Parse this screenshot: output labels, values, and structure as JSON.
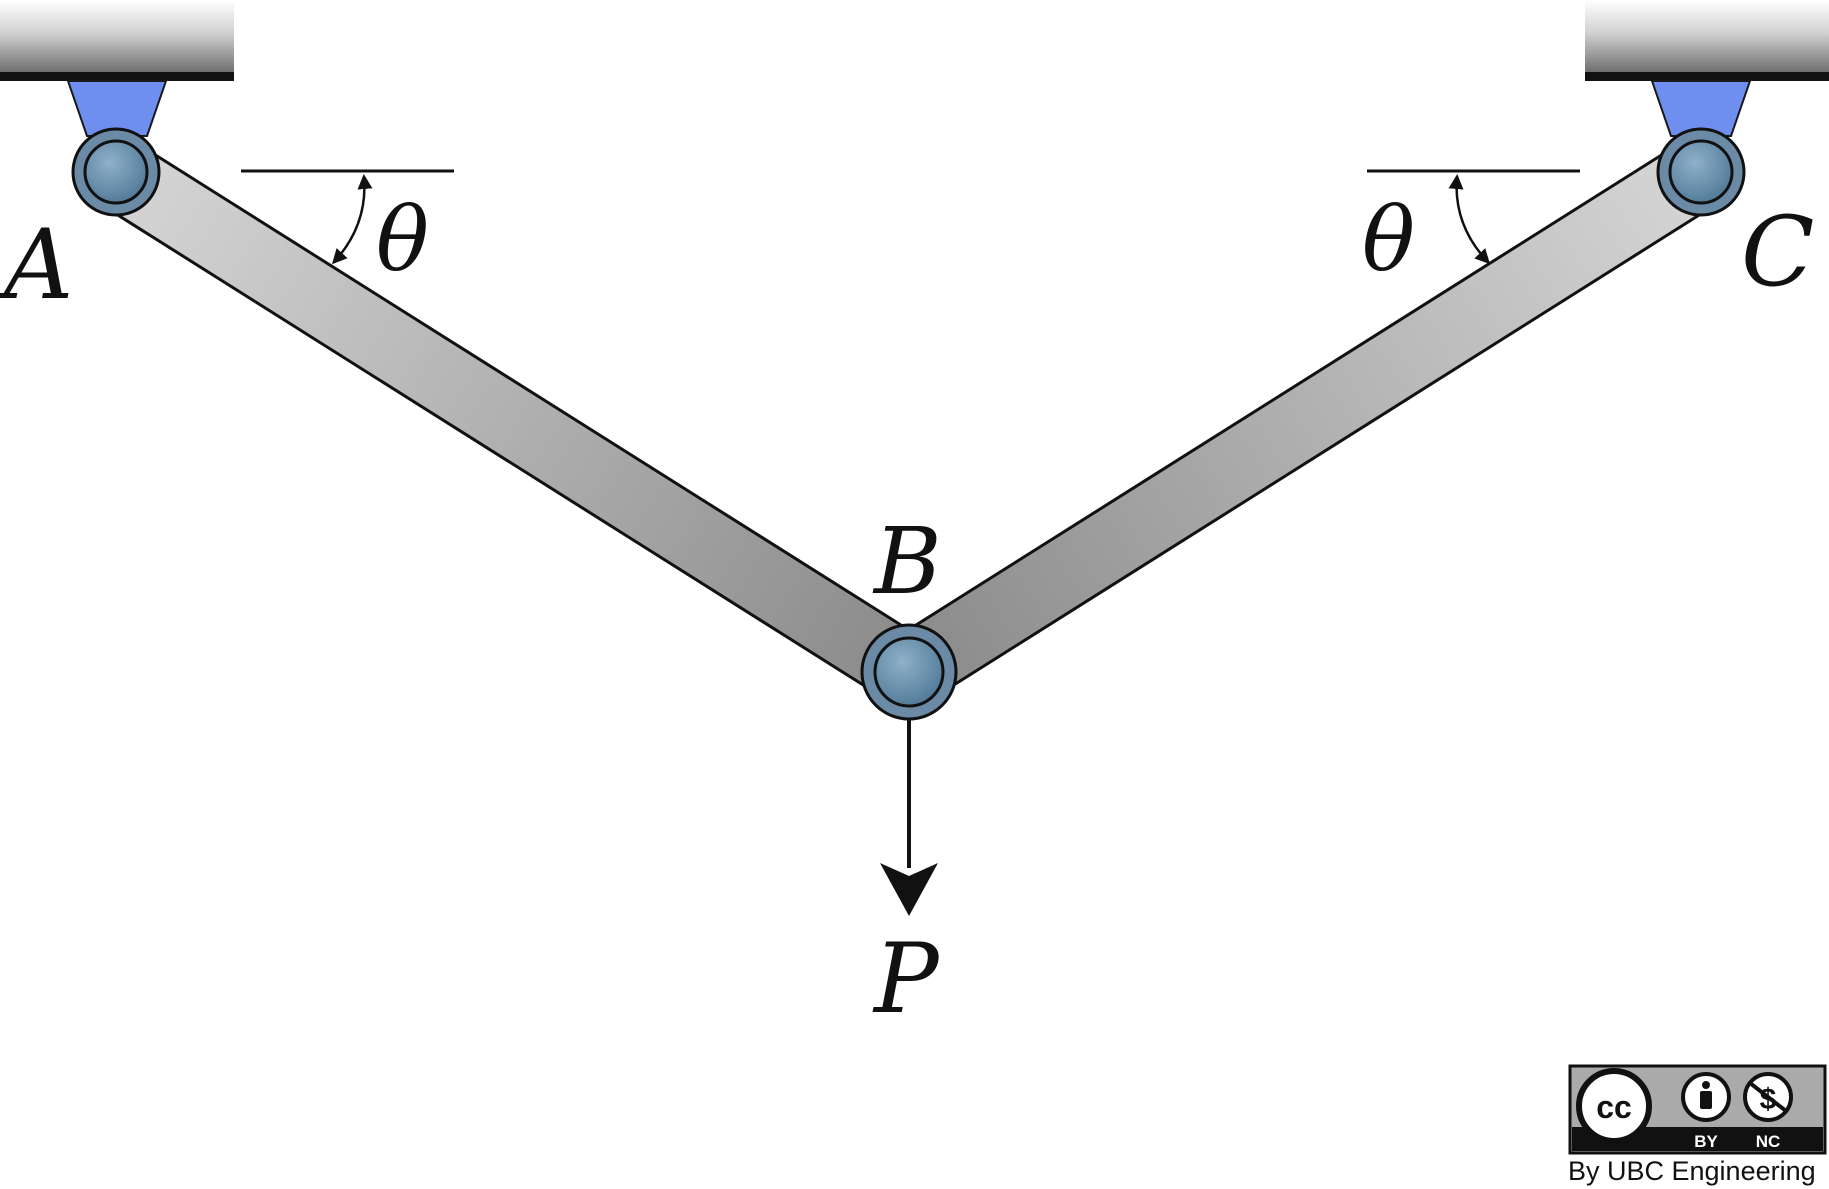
{
  "labels": {
    "point_a": "A",
    "point_b": "B",
    "point_c": "C",
    "load": "P",
    "angle_left": "θ",
    "angle_right": "θ"
  },
  "license": {
    "cc": "cc",
    "by": "BY",
    "nc": "NC",
    "credit": "By UBC Engineering"
  },
  "colors": {
    "bar_fill_light": "#d4d4d4",
    "bar_fill_dark": "#8c8c8c",
    "pin_fill": "#5f8aa8",
    "pin_ring": "#6a8aa6",
    "bracket_blue": "#6e8ef0",
    "support_gradient_top": "#ffffff",
    "support_gradient_bottom": "#6a6a6a"
  }
}
